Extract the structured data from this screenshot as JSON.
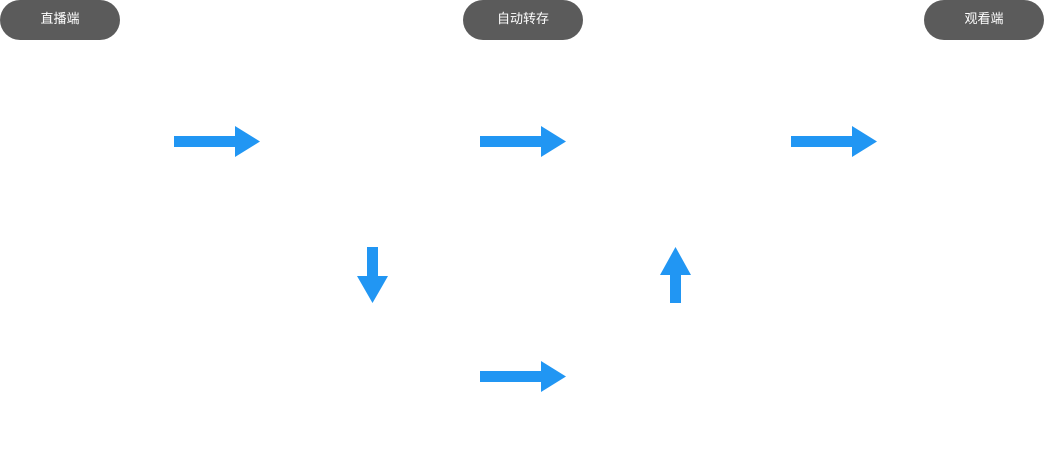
{
  "nodes": {
    "live": {
      "label": "直播端"
    },
    "transcode": {
      "label": "自动转存"
    },
    "viewer": {
      "label": "观看端"
    }
  },
  "colors": {
    "pill_background": "#5b5b5b",
    "pill_text": "#ffffff",
    "arrow": "#2196f3",
    "background": "#ffffff"
  },
  "arrows": [
    {
      "id": "arrow-1",
      "direction": "right"
    },
    {
      "id": "arrow-2",
      "direction": "right"
    },
    {
      "id": "arrow-3",
      "direction": "right"
    },
    {
      "id": "arrow-down",
      "direction": "down"
    },
    {
      "id": "arrow-4",
      "direction": "right"
    },
    {
      "id": "arrow-up",
      "direction": "up"
    }
  ]
}
